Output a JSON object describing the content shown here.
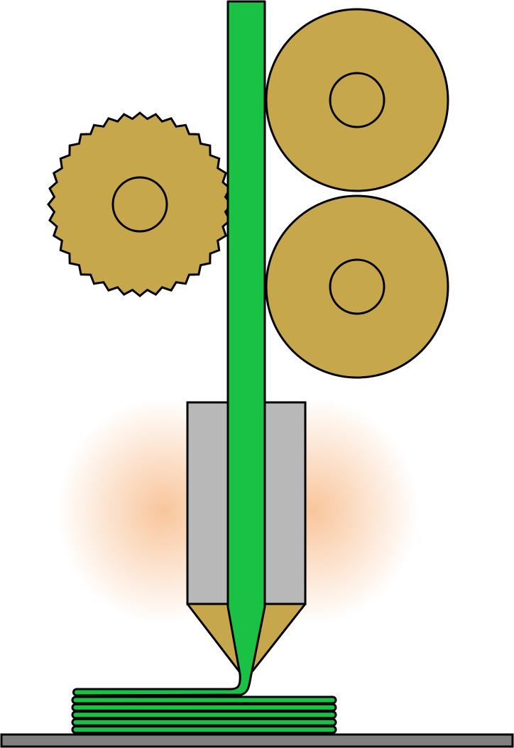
{
  "diagram": {
    "subject": "extruder",
    "drive_gear": {
      "teeth": 36
    },
    "idler_rollers": {
      "count": 2
    },
    "printed_layers": {
      "count": 6
    }
  },
  "colors": {
    "filament": "#19c244",
    "gear": "#c6a74c",
    "hotend": "#b8b8b8",
    "bed": "#808080",
    "heat_glow": "#f6b27a",
    "outline": "#000000"
  }
}
